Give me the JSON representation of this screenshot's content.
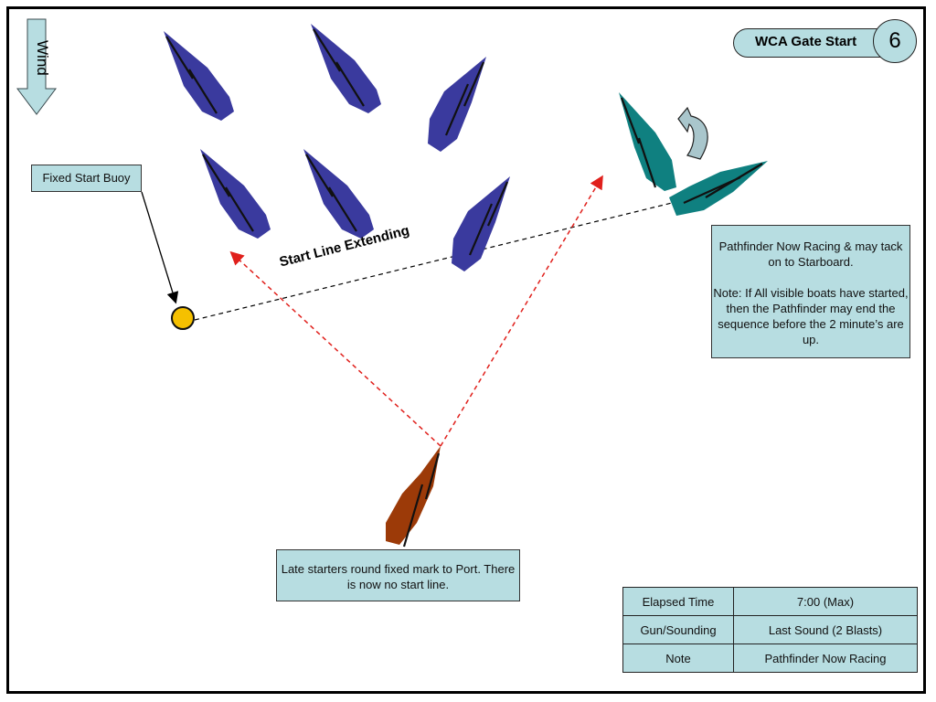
{
  "header": {
    "title": "WCA Gate Start",
    "step_number": "6"
  },
  "wind": {
    "label": "Wind",
    "direction": "down"
  },
  "labels": {
    "fixed_buoy": "Fixed Start Buoy",
    "start_line": "Start Line Extending"
  },
  "pathfinder_note": {
    "paragraphs": [
      "Pathfinder Now Racing & may tack on to Starboard.",
      "Note: If All visible boats have started, then the Pathfinder may end the sequence before the 2 minute’s are up."
    ]
  },
  "late_starters_note": "Late starters round fixed mark to Port. There is now no start line.",
  "status_table": {
    "rows": [
      {
        "key": "Elapsed Time",
        "value": "7:00 (Max)"
      },
      {
        "key": "Gun/Sounding",
        "value": "Last Sound (2 Blasts)"
      },
      {
        "key": "Note",
        "value": "Pathfinder Now Racing"
      }
    ]
  },
  "colors": {
    "fleet_boat": "#3a3a9e",
    "pathfinder_boat": "#0f8080",
    "late_starter_boat": "#9c3a08",
    "buoy": "#f5c000",
    "box_fill": "#b7dde1",
    "course_arrow": "#e0201c"
  },
  "boats": [
    {
      "role": "fleet",
      "tack": "port"
    },
    {
      "role": "fleet",
      "tack": "port"
    },
    {
      "role": "fleet",
      "tack": "starboard"
    },
    {
      "role": "fleet",
      "tack": "port"
    },
    {
      "role": "fleet",
      "tack": "port"
    },
    {
      "role": "fleet",
      "tack": "starboard"
    },
    {
      "role": "pathfinder",
      "tack": "port"
    },
    {
      "role": "pathfinder",
      "tack": "starboard"
    },
    {
      "role": "late-starter",
      "tack": "starboard"
    }
  ]
}
